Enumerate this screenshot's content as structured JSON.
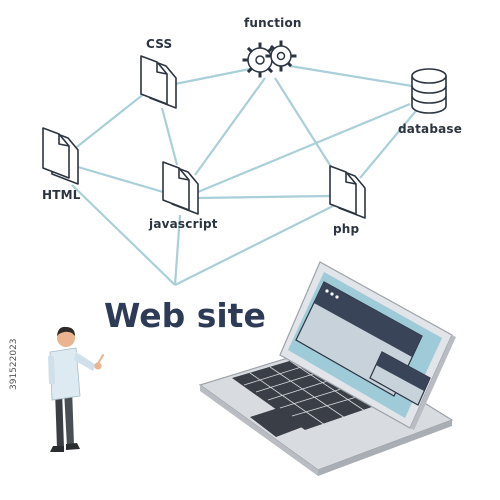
{
  "nodes": {
    "function": "function",
    "css": "CSS",
    "database": "database",
    "html": "HTML",
    "javascript": "javascript",
    "php": "php"
  },
  "title": "Web site",
  "stock_id": "391522023",
  "colors": {
    "line": "#a9cfd8",
    "ink": "#2b3440",
    "title": "#2e3b57",
    "screen": "#9fcad8",
    "keyboard": "#3a3f47"
  }
}
